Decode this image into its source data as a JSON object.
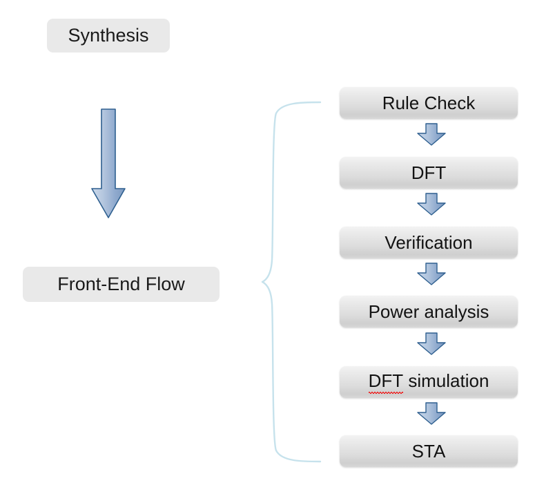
{
  "diagram": {
    "title": "Front-End Flow",
    "type": "flowchart",
    "colors": {
      "box_fill_flat": "#e9e9e9",
      "box_fill_gradient_top": "#f3f3f3",
      "box_fill_gradient_bottom": "#cfcfcf",
      "arrow_fill_light": "#b3c6de",
      "arrow_fill_dark": "#7e9ec4",
      "arrow_border": "#2e5f8f",
      "brace_stroke": "#c6e2ec",
      "text": "#121212",
      "spellcheck_underline": "#ee1c1c"
    },
    "left_column": {
      "top_label": "Synthesis",
      "group_label": "Front-End Flow",
      "big_arrow": "down-arrow"
    },
    "right_column": {
      "steps": [
        {
          "label": "Rule Check",
          "misspelled_prefix": "",
          "rest": "Rule Check"
        },
        {
          "label": "DFT",
          "misspelled_prefix": "",
          "rest": "DFT"
        },
        {
          "label": "Verification",
          "misspelled_prefix": "",
          "rest": "Verification"
        },
        {
          "label": "Power analysis",
          "misspelled_prefix": "",
          "rest": "Power analysis"
        },
        {
          "label": "DFT simulation",
          "misspelled_prefix": "DFT",
          "rest": " simulation"
        },
        {
          "label": "STA",
          "misspelled_prefix": "",
          "rest": "STA"
        }
      ],
      "connector_count": 5,
      "connector_icon": "down-arrow-icon"
    },
    "brace": {
      "icon": "left-curly-brace",
      "orientation": "points-left"
    }
  }
}
